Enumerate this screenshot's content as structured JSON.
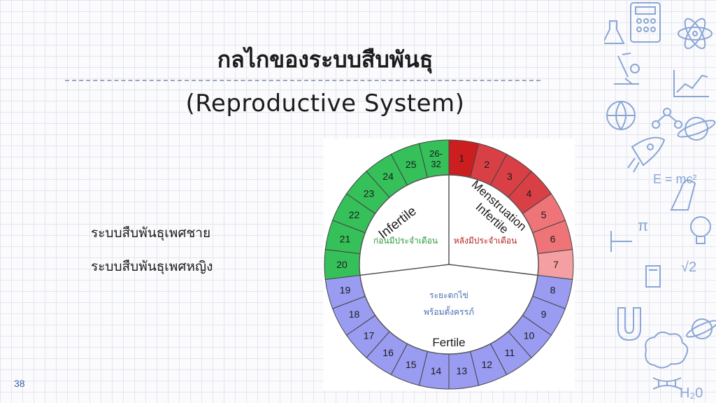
{
  "slide": {
    "title_th": "กลไกของระบบสืบพันธุ",
    "title_en": "(Reproductive System)",
    "page_number": "38"
  },
  "menu": {
    "items": [
      "ระบบสืบพันธุเพศชาย",
      "ระบบสืบพันธุเพศหญิง"
    ]
  },
  "cycle": {
    "days": [
      "1",
      "2",
      "3",
      "4",
      "5",
      "6",
      "7",
      "8",
      "9",
      "10",
      "11",
      "12",
      "13",
      "14",
      "15",
      "16",
      "17",
      "18",
      "19",
      "20",
      "21",
      "22",
      "23",
      "24",
      "25",
      "26-32"
    ],
    "phase_labels": {
      "infertile_en": "Infertile",
      "infertile_th": "ก่อนมีประจำเดือน",
      "menstruation_en_line1": "Menstruation",
      "menstruation_en_line2": "Infertile",
      "menstruation_th": "หลังมีประจำเดือน",
      "fertile_en": "Fertile",
      "fertile_th_line1": "ระยะตกไข่",
      "fertile_th_line2": "พร้อมตั้งครรภ์"
    },
    "colors": {
      "dark_red": "#cc1e1e",
      "red": "#d94046",
      "light_red": "#ee7478",
      "pink": "#f4a0a2",
      "blue": "#9a9cf2",
      "green": "#35c05a",
      "green_text": "#2f9a3c",
      "red_text": "#b3241f",
      "blue_text": "#4b6fb5"
    }
  },
  "decorations": {
    "icons": [
      "calculator-icon",
      "flask-icon",
      "atom-icon",
      "microscope-icon",
      "chart-icon",
      "globe-icon",
      "rocket-icon",
      "molecule-icon",
      "lightbulb-icon",
      "magnet-icon",
      "brain-icon",
      "dna-icon",
      "planet-icon"
    ],
    "formula_1": "E = mc²",
    "formula_2": "√2",
    "formula_3": "H₂0",
    "formula_4": "π"
  }
}
